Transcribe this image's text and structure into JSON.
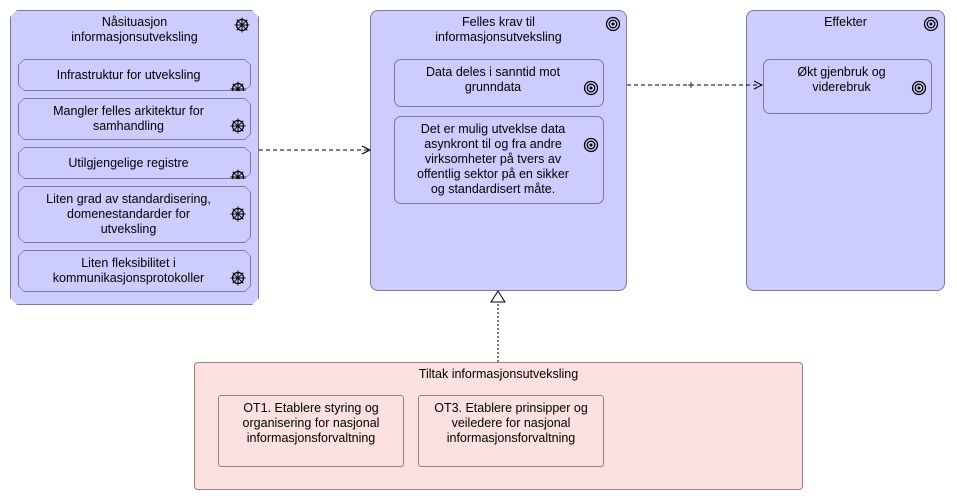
{
  "groups": {
    "current_state": {
      "title": "Nåsituasjon\ninformasjonsutveksling",
      "icon": "driver-icon",
      "items": [
        "Infrastruktur for utveksling",
        "Mangler felles arkitektur for\nsamhandling",
        "Utilgjengelige registre",
        "Liten grad av standardisering,\ndomenestandarder for\nutveksling",
        "Liten fleksibilitet i\nkommunikasjonsprotokoller"
      ]
    },
    "requirements": {
      "title": "Felles krav til\ninformasjonsutveksling",
      "icon": "goal-icon",
      "items": [
        "Data deles i sanntid mot\ngrunndata",
        "Det er mulig utveklse data\nasynkront til og fra andre\nvirksomheter på tvers av\noffentlig sektor på en sikker\nog standardisert måte."
      ]
    },
    "effects": {
      "title": "Effekter",
      "icon": "goal-icon",
      "items": [
        "Økt gjenbruk og\nviderebruk"
      ]
    },
    "measures": {
      "title": "Tiltak informasjonsutveksling",
      "items": [
        "OT1. Etablere styring og\norganisering for nasjonal\ninformasjonsforvaltning",
        "OT3. Etablere prinsipper og\nveiledere for nasjonal\ninformasjonsforvaltning"
      ]
    }
  },
  "connectors": [
    {
      "from": "current_state",
      "to": "requirements",
      "type": "dashed-arrow"
    },
    {
      "from": "requirements",
      "to": "effects",
      "type": "dashed-arrow-influence",
      "label": "+"
    },
    {
      "from": "measures",
      "to": "requirements",
      "type": "dashed-realization"
    }
  ],
  "colors": {
    "motivation_fill": "#ccccff",
    "implementation_fill": "#fde0e0",
    "border": "#7a7a99",
    "line": "#000000"
  }
}
